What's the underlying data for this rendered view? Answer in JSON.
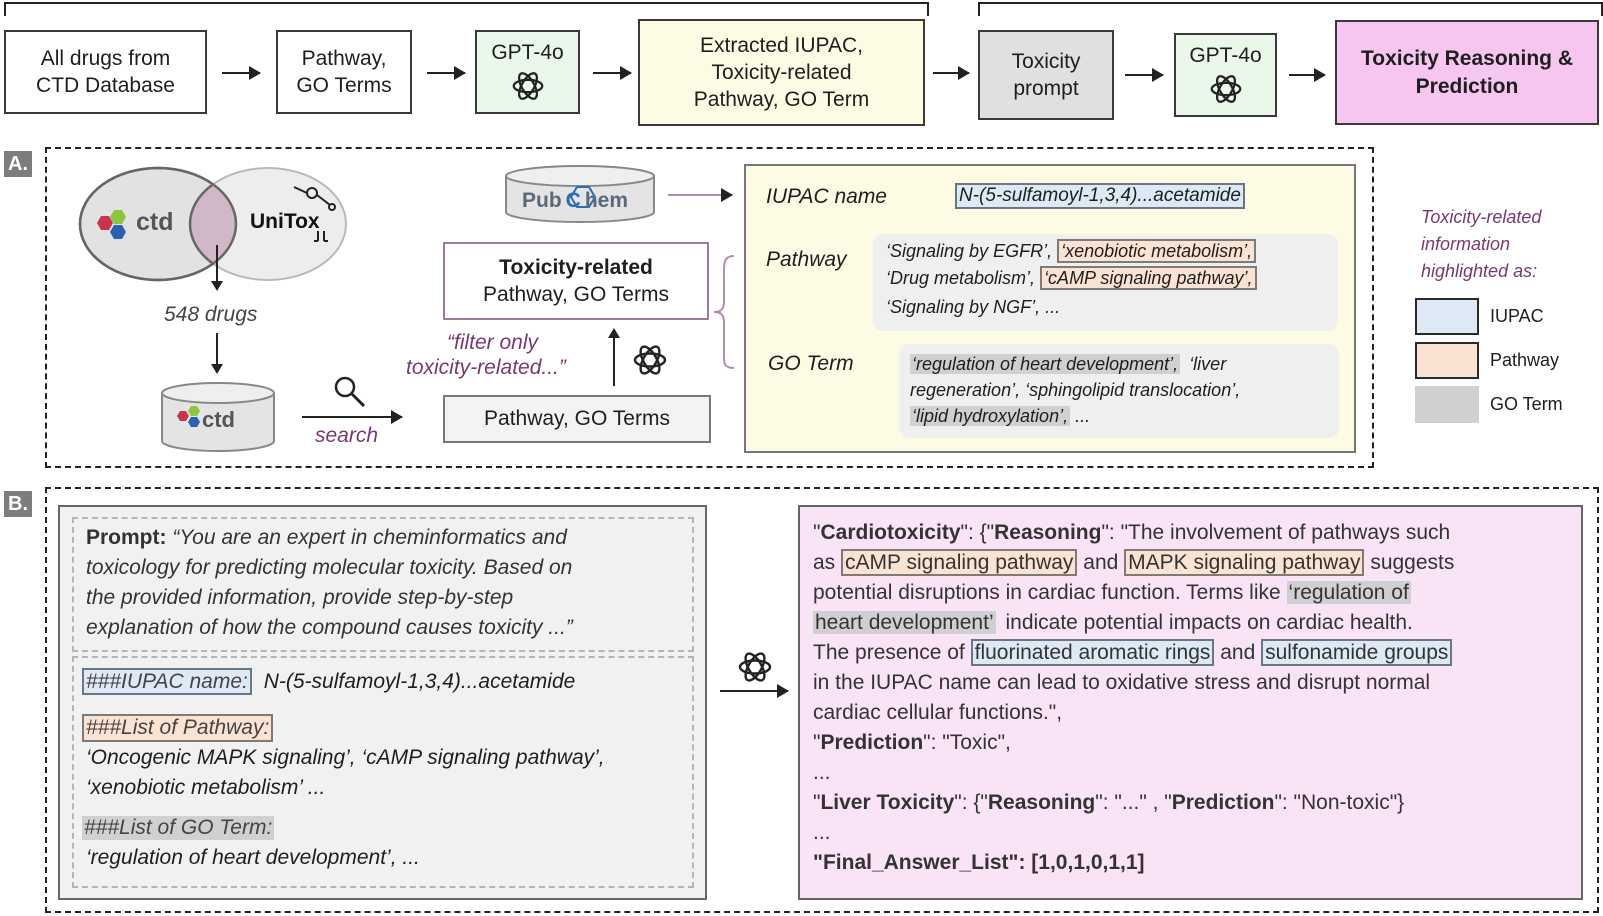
{
  "top_flow": {
    "step1": "All drugs from CTD Database",
    "step2": "Pathway, GO Terms",
    "step3": "GPT-4o",
    "step4": "Extracted IUPAC, Toxicity-related Pathway, GO Term",
    "step5": "Toxicity prompt",
    "step6": "GPT-4o",
    "step7": "Toxicity Reasoning & Prediction"
  },
  "section_a": {
    "tag": "A.",
    "ctd_logo_text": "ctd",
    "unitox_logo_text": "UniTox",
    "drug_count": "548 drugs",
    "pubchem_text_1": "Pub",
    "pubchem_text_2": "C",
    "pubchem_text_3": "hem",
    "search_label": "search",
    "tox_box_title": "Toxicity-related",
    "tox_box_sub": "Pathway, GO Terms",
    "filter_quote_1": "“filter only",
    "filter_quote_2": "toxicity-related...”",
    "pathway_go_box": "Pathway, GO Terms",
    "panel": {
      "iupac_label": "IUPAC name",
      "iupac_value": "N-(5-sulfamoyl-1,3,4)...acetamide",
      "pathway_label": "Pathway",
      "pathway_1a": "‘Signaling by EGFR’,",
      "pathway_1b": "‘xenobiotic metabolism’,",
      "pathway_2a": "‘Drug metabolism’,",
      "pathway_2b": "‘cAMP signaling pathway’,",
      "pathway_3": "‘Signaling by NGF’, ...",
      "go_label": "GO Term",
      "go_1a": "‘regulation of heart development’,",
      "go_1b": "‘liver",
      "go_2": "regeneration’, ‘sphingolipid translocation’,",
      "go_3a": "‘lipid hydroxylation’,",
      "go_3b": "..."
    },
    "legend": {
      "title_1": "Toxicity-related",
      "title_2": "information",
      "title_3": "highlighted as:",
      "item_iupac": "IUPAC",
      "item_pathway": "Pathway",
      "item_go": "GO Term"
    }
  },
  "section_b": {
    "tag": "B.",
    "prompt_label": "Prompt:",
    "prompt_1": "“You are an expert in cheminformatics and",
    "prompt_2": "toxicology for predicting molecular toxicity. Based on",
    "prompt_3": "the provided information, provide step-by-step",
    "prompt_4": "explanation of how the compound causes toxicity ...”",
    "iupac_header": "###IUPAC name:",
    "iupac_value": "N-(5-sulfamoyl-1,3,4)...acetamide",
    "pathway_header": "###List of Pathway:",
    "pathway_list_1": "‘Oncogenic MAPK signaling’, ‘cAMP signaling pathway’,",
    "pathway_list_2": "‘xenobiotic metabolism’ ...",
    "go_header": "###List of GO Term:",
    "go_list": "‘regulation of heart development’, ...",
    "output": {
      "l1_q1": "\"",
      "l1_key": "Cardiotoxicity",
      "l1_mid": "\": {\"",
      "l1_reason": "Reasoning",
      "l1_rest": "\": \"The involvement of pathways such",
      "l2_as": "as",
      "l2_hl1": "cAMP signaling pathway",
      "l2_and": "and",
      "l2_hl2": "MAPK signaling pathway",
      "l2_rest": "suggests",
      "l3_a": "potential disruptions in cardiac function. Terms like",
      "l3_hl": "‘regulation of",
      "l4_hl": "heart development’",
      "l4_rest": "indicate potential impacts on cardiac health.",
      "l5_a": "The presence of",
      "l5_hl1": "fluorinated aromatic rings",
      "l5_and": "and",
      "l5_hl2": "sulfonamide groups",
      "l6": "in the IUPAC name can lead to oxidative stress and disrupt normal",
      "l7": "cardiac cellular functions.\",",
      "l8_q": "\"",
      "l8_key": "Prediction",
      "l8_rest": "\": \"Toxic\",",
      "l9": "...",
      "l10_q": "\"",
      "l10_key": "Liver Toxicity",
      "l10_mid": "\": {\"",
      "l10_reason": "Reasoning",
      "l10_mid2": "\": \"...\" , \"",
      "l10_pred": "Prediction",
      "l10_rest": "\": \"Non-toxic\"}",
      "l11": "...",
      "l12": "\"Final_Answer_List\": [1,0,1,0,1,1]"
    }
  },
  "colors": {
    "gpt_box": "#e9f8e9",
    "extracted_box": "#fefbe5",
    "prompt_box": "#e0e0e0",
    "result_box": "#f6c6f0",
    "iupac": "#dde9f5",
    "pathway": "#fbe3d3",
    "go_term": "#d0d0d0",
    "legend_title": "#7a3873"
  }
}
